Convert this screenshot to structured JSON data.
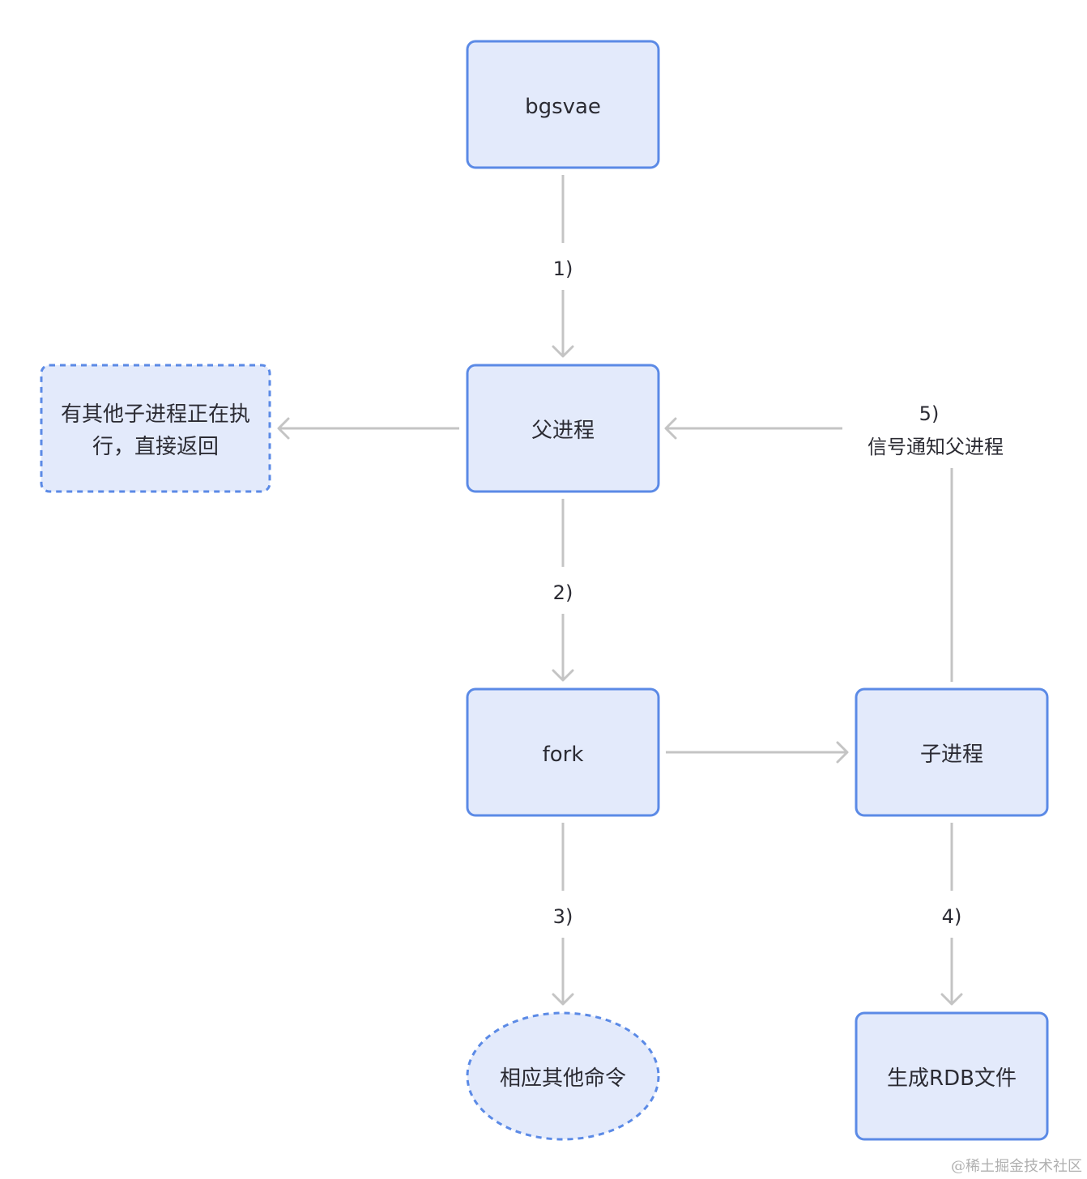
{
  "nodes": {
    "bgsave": "bgsvae",
    "parent": "父进程",
    "busy_line1": "有其他子进程正在执",
    "busy_line2": "行，直接返回",
    "fork": "fork",
    "child": "子进程",
    "other_cmd": "相应其他命令",
    "gen_rdb": "生成RDB文件"
  },
  "edges": {
    "step1": "1)",
    "step2": "2)",
    "step3": "3)",
    "step4": "4)",
    "step5_line1": "5)",
    "step5_line2": "信号通知父进程"
  },
  "watermark": "@稀土掘金技术社区",
  "colors": {
    "node_fill": "#e3eafb",
    "node_stroke": "#5b8ae6",
    "edge": "#c4c4c4",
    "text": "#2b2b33"
  }
}
